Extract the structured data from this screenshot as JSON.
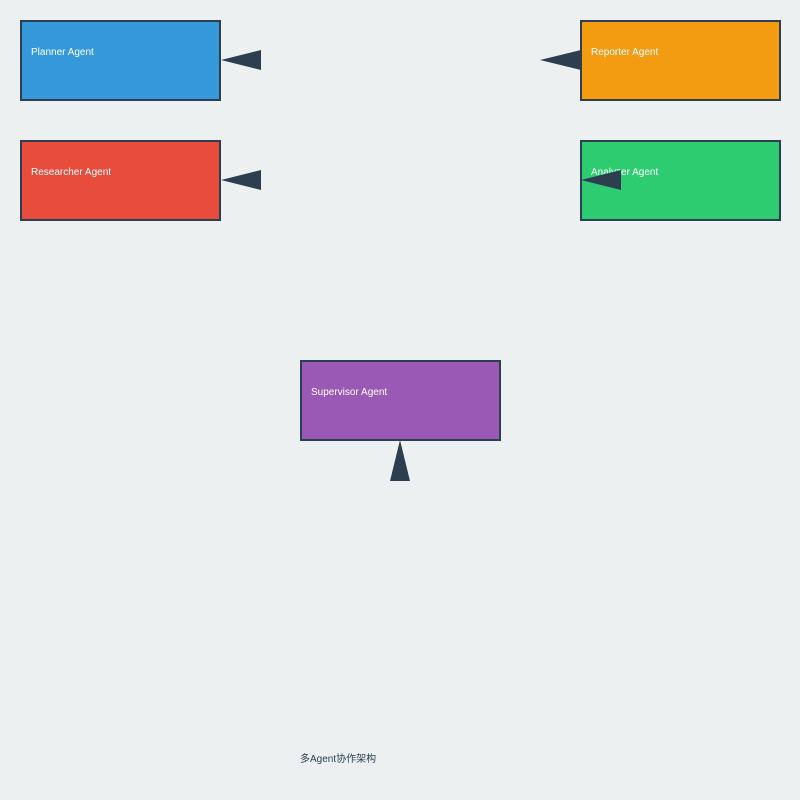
{
  "colors": {
    "background": "#ecf0f1",
    "border": "#2c3e50",
    "planner": "#3498db",
    "reporter": "#f39c12",
    "researcher": "#e74c3c",
    "analyzer": "#2ecc71",
    "supervisor": "#9b59b6",
    "arrow": "#2c3e50"
  },
  "agents": {
    "planner": {
      "label": "Planner Agent"
    },
    "reporter": {
      "label": "Reporter Agent"
    },
    "researcher": {
      "label": "Researcher Agent"
    },
    "analyzer": {
      "label": "Analyzer Agent"
    },
    "supervisor": {
      "label": "Supervisor Agent"
    }
  },
  "caption": "多Agent协作架构"
}
